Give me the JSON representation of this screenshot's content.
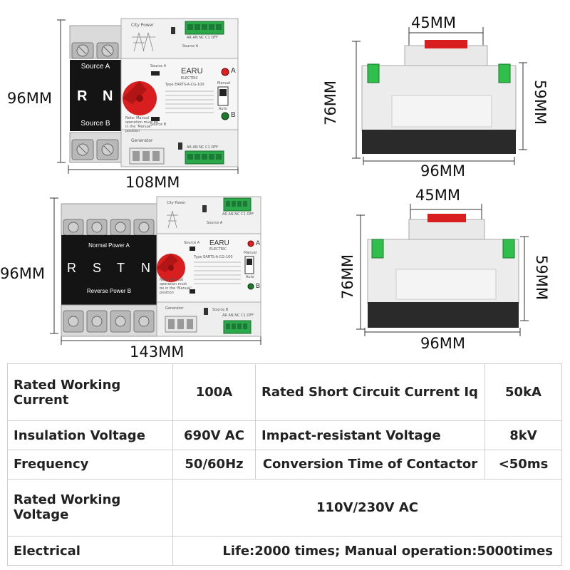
{
  "top_left": {
    "labels": [
      "Source A",
      "Source B"
    ],
    "poles": [
      "R",
      "N"
    ],
    "height_dim": "96MM",
    "width_dim": "108MM",
    "panel": {
      "city_power": "City Power",
      "source_a_small": "Source A",
      "source_a_top": "Source A",
      "source_b_small": "Source B",
      "generator": "Generator",
      "brand": "EARU",
      "brand_sub": "ELECTRIC",
      "type": "Type EARTS-A-CG-100",
      "led_a": "A",
      "led_b": "B",
      "manual": "Manual",
      "auto": "Auto",
      "terminal_top": "AR AN NC C1 OFF",
      "terminal_bottom": "AR AN NC C1 OFF",
      "note": "Note: Manual operation must be in the 'Manual' position"
    }
  },
  "top_right": {
    "top_dim": "45MM",
    "left_dim": "76MM",
    "right_dim": "59MM",
    "bottom_dim": "96MM"
  },
  "bottom_left": {
    "label_top": "Normal Power A",
    "label_bottom": "Reverse Power B",
    "poles": [
      "R",
      "S",
      "T",
      "N"
    ],
    "height_dim": "96MM",
    "width_dim": "143MM",
    "panel": {
      "city_power": "City Power",
      "source_a_small": "Source A",
      "source_a_top": "Source A",
      "source_b_small": "Source B",
      "generator": "Generator",
      "brand": "EARU",
      "brand_sub": "ELECTRIC",
      "type": "Type EARTS-A-CG-100",
      "led_a": "A",
      "led_b": "B",
      "manual": "Manual",
      "auto": "Auto",
      "terminal_top": "AR AN NC C1 OFF",
      "terminal_bottom": "AR AN NC C1 OFF",
      "note": "Note: Manual operation must be in the 'Manual' position"
    }
  },
  "bottom_right": {
    "top_dim": "45MM",
    "left_dim": "76MM",
    "right_dim": "59MM",
    "bottom_dim": "96MM"
  },
  "specs": {
    "rated_working_current_label": "Rated Working Current",
    "rated_working_current_value": "100A",
    "rated_short_circuit_label": "Rated Short Circuit Current Iq",
    "rated_short_circuit_value": "50kA",
    "insulation_voltage_label": "Insulation Voltage",
    "insulation_voltage_value": "690V AC",
    "impact_voltage_label": "Impact-resistant Voltage",
    "impact_voltage_value": "8kV",
    "frequency_label": "Frequency",
    "frequency_value": "50/60Hz",
    "conversion_time_label": "Conversion Time of Contactor",
    "conversion_time_value": "<50ms",
    "rated_working_voltage_label": "Rated Working Voltage",
    "rated_working_voltage_value": "110V/230V AC",
    "electrical_label": "Electrical",
    "electrical_value": "Life:2000 times; Manual operation:5000times"
  },
  "colors": {
    "handle_red": "#d81e1e",
    "terminal_green": "#2aa84a",
    "body_grey": "#e9e9e9",
    "base_dark": "#2a2a2a",
    "label_black": "#111111",
    "led_red": "#e02020",
    "led_green": "#1c7a2c"
  }
}
